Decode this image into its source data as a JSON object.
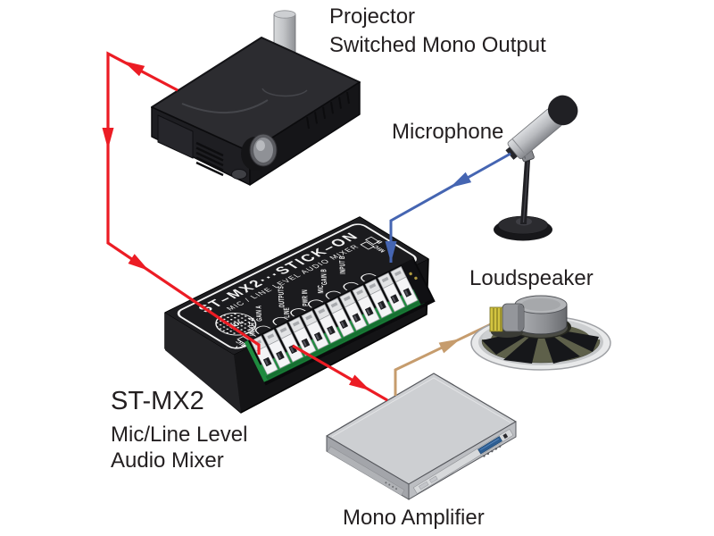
{
  "figure": {
    "devices": {
      "projector": {
        "caption_line1": "Projector",
        "caption_line2": "Switched Mono Output"
      },
      "microphone": {
        "caption": "Microphone"
      },
      "loudspeaker": {
        "caption": "Loudspeaker"
      },
      "amplifier": {
        "caption": "Mono Amplifier"
      },
      "mixer": {
        "caption_line1": "ST-MX2",
        "caption_line2": "Mic/Line Level",
        "caption_line3": "Audio Mixer",
        "faceplate": {
          "title": "ST–MX2···STICK–ON",
          "subtitle": "MIC / LINE LEVEL AUDIO MIXER",
          "logo": "RDL",
          "channel_a_letter": "A",
          "channel_a_mic": "MIC",
          "input_a": "INPUT A",
          "gain_a": "GAIN A",
          "line": "LINE",
          "outputs": "OUTPUTS",
          "pwr_in": "PWR IN",
          "mic": "MIC",
          "gain_b": "GAIN B",
          "input_b": "INPUT B",
          "channel_b_letter": "B",
          "channel_b_mic": "MIC",
          "polarity_marks": "+ −    + −    + −    + −"
        }
      }
    },
    "connections": {
      "projector_to_mixer_color": "#EC1C24",
      "mixer_to_amplifier_color": "#EC1C24",
      "microphone_to_mixer_color": "#4565B2",
      "amplifier_to_loudspeaker_color": "#C69C6D"
    }
  }
}
